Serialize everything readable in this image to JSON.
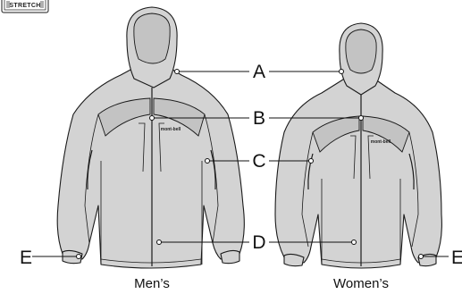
{
  "badge": {
    "label": "STRETCH"
  },
  "brand": {
    "logo_text": "mont-bell"
  },
  "captions": {
    "mens": "Men’s",
    "womens": "Women’s"
  },
  "callouts": [
    {
      "letter": "A"
    },
    {
      "letter": "B"
    },
    {
      "letter": "C"
    },
    {
      "letter": "D"
    },
    {
      "letter": "E"
    },
    {
      "letter": "E"
    }
  ]
}
